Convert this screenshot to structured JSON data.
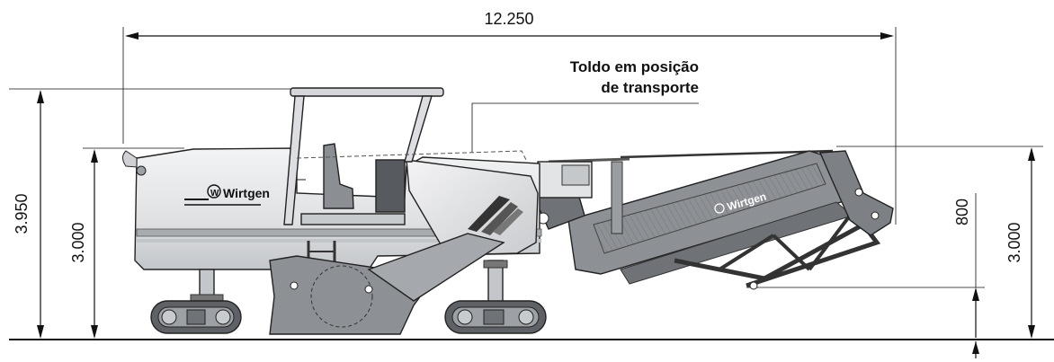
{
  "dimensions": {
    "overall_length": "12.250",
    "total_height": "3.950",
    "body_height": "3.000",
    "conveyor_height": "3.000",
    "conveyor_clearance": "800"
  },
  "annotation": {
    "canopy_line1": "Toldo em posição",
    "canopy_line2": "de transporte"
  },
  "logos": {
    "body_brand": "Wirtgen",
    "conveyor_brand": "Wirtgen"
  },
  "colors": {
    "body_light": "#e9eaec",
    "body_mid": "#b9bcc1",
    "body_dark": "#6f7378",
    "frame_dark": "#55585c",
    "ink": "#111111"
  }
}
